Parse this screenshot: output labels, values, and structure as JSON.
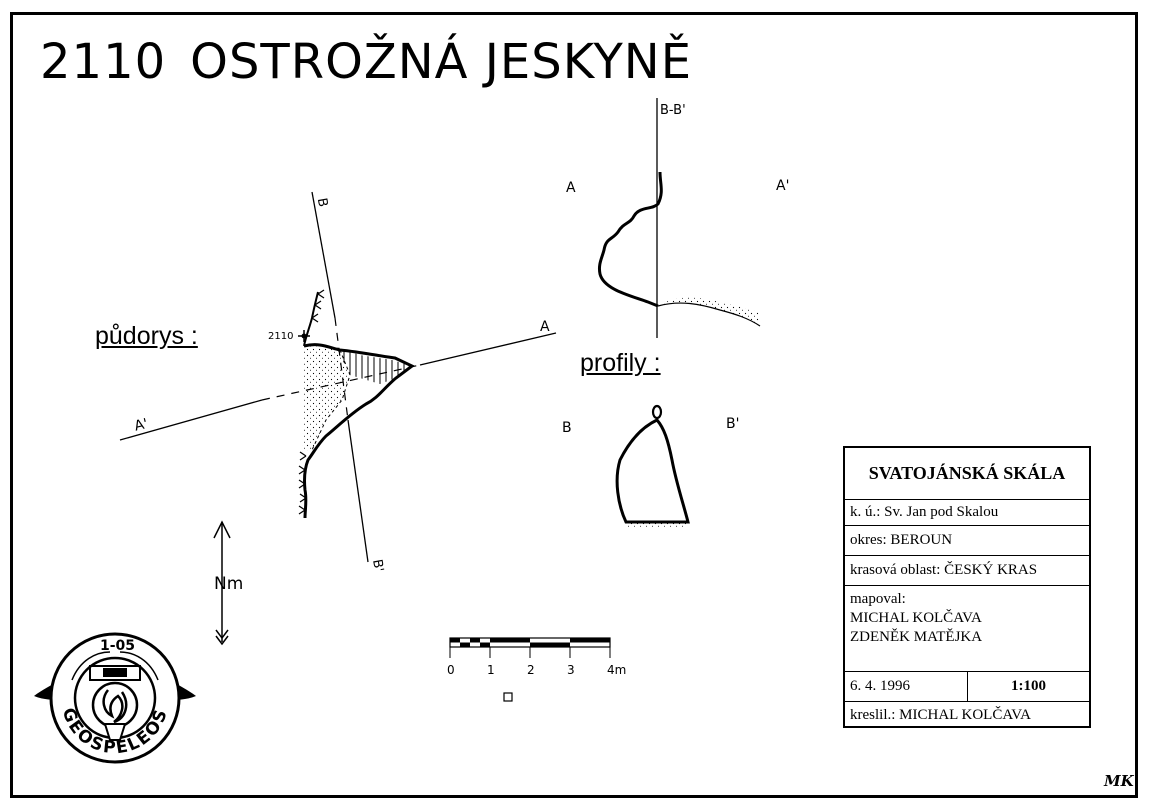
{
  "title": {
    "number": "2110",
    "name": "OSTROŽNÁ JESKYNĚ"
  },
  "plan": {
    "heading": "půdorys :",
    "cave_number": "2110",
    "section_labels": {
      "a": "A",
      "a_prime": "A'",
      "b": "B",
      "b_prime": "B'"
    }
  },
  "profiles": {
    "heading": "profily :",
    "aa": {
      "axis_label": "B-B'",
      "left": "A",
      "right": "A'"
    },
    "bb": {
      "left": "B",
      "right": "B'"
    }
  },
  "north_arrow": {
    "label": "Nm"
  },
  "scale_bar": {
    "ticks": [
      "0",
      "1",
      "2",
      "3",
      "4m"
    ],
    "max_m": 4
  },
  "info": {
    "locality": "SVATOJÁNSKÁ SKÁLA",
    "cadastral": "k. ú.: Sv. Jan pod Skalou",
    "district": "okres: BEROUN",
    "karst_region": "krasová oblast: ČESKÝ KRAS",
    "mapped_by_label": "mapoval:",
    "mapped_by": [
      "MICHAL KOLČAVA",
      "ZDENĚK MATĚJKA"
    ],
    "date": "6. 4. 1996",
    "scale": "1:100",
    "drawn_by": "kreslil.: MICHAL KOLČAVA"
  },
  "logo": {
    "badge": "1-05",
    "text": "GEOSPELEOS"
  },
  "signature": "MK"
}
